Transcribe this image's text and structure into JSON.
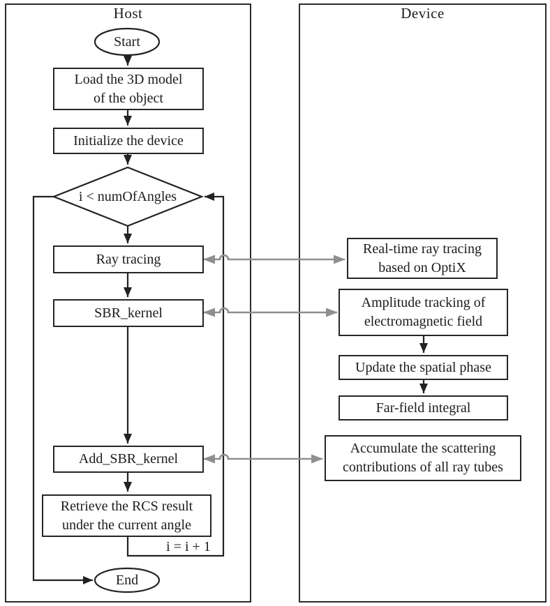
{
  "host_panel": {
    "title": "Host",
    "start_label": "Start",
    "load_box": {
      "line1": "Load the 3D model",
      "line2": "of the object"
    },
    "init_box": {
      "label": "Initialize the device"
    },
    "decision": {
      "label": "i < numOfAngles"
    },
    "ray_box": {
      "label": "Ray tracing"
    },
    "sbr_box": {
      "label": "SBR_kernel"
    },
    "add_sbr_box": {
      "label": "Add_SBR_kernel"
    },
    "retrieve_box": {
      "line1": "Retrieve the RCS result",
      "line2": "under the current angle"
    },
    "increment_label": "i = i + 1",
    "end_label": "End"
  },
  "device_panel": {
    "title": "Device",
    "realtime_box": {
      "line1": "Real-time ray tracing",
      "line2": "based on OptiX"
    },
    "amplitude_box": {
      "line1": "Amplitude tracking of",
      "line2": "electromagnetic field"
    },
    "update_box": {
      "label": "Update the spatial phase"
    },
    "farfield_box": {
      "label": "Far-field integral"
    },
    "accumulate_box": {
      "line1": "Accumulate the scattering",
      "line2": "contributions of all ray tubes"
    }
  },
  "colors": {
    "line_black": "#222222",
    "arrow_gray": "#8f8f8f",
    "background": "#ffffff",
    "text": "#1c1c1c"
  }
}
